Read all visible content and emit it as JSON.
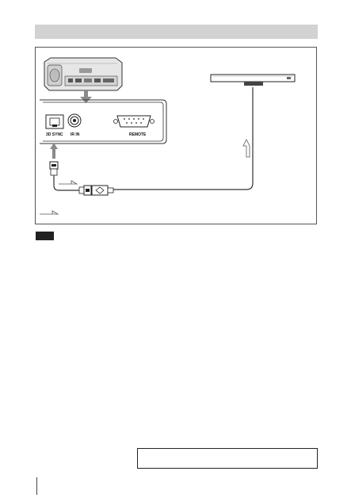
{
  "diagram": {
    "port_labels": {
      "sync": "3D SYNC",
      "ir_in": "IR IN",
      "remote": "REMOTE"
    }
  },
  "colors": {
    "header_bar": "#d2d2d2",
    "note_badge": "#222222",
    "line": "#333333"
  }
}
